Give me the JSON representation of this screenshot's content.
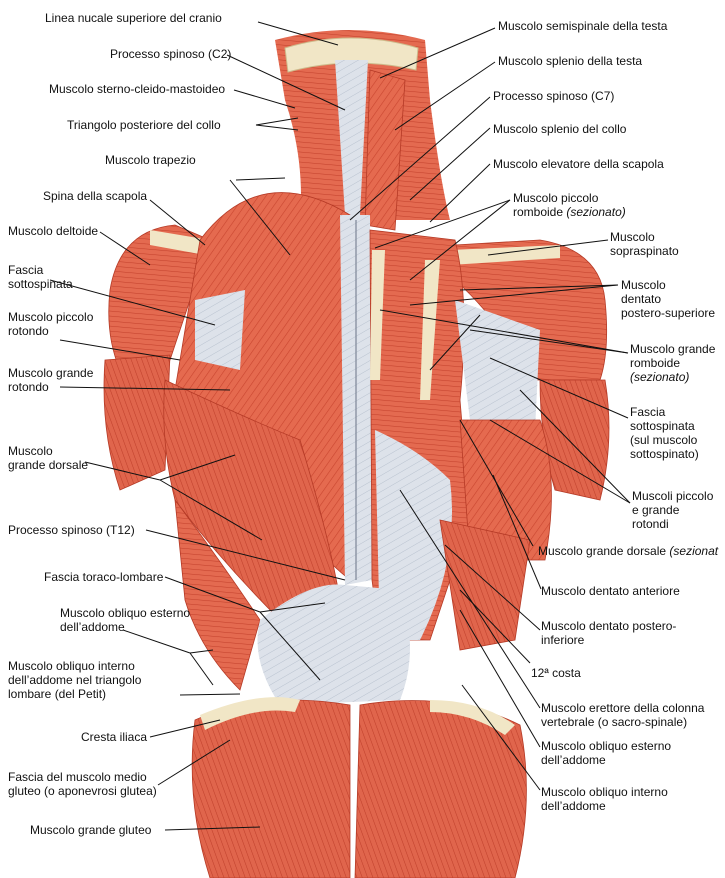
{
  "colors": {
    "muscle": "#e8664d",
    "muscle_dark": "#c8442e",
    "fascia": "#dfe3ea",
    "tendon": "#f1e6c6",
    "leader": "#111111"
  },
  "labels_left": {
    "linea_nucale": "Linea nucale superiore del cranio",
    "processo_c2": "Processo spinoso (C2)",
    "sterno_cleido": "Muscolo sterno-cleido-mastoideo",
    "triangolo_collo": "Triangolo posteriore del collo",
    "trapezio": "Muscolo trapezio",
    "spina_scapola": "Spina della scapola",
    "deltoide": "Muscolo deltoide",
    "fascia_sotto_1": "Fascia",
    "fascia_sotto_2": "sottospinata",
    "piccolo_rotondo_1": "Muscolo piccolo",
    "piccolo_rotondo_2": "rotondo",
    "grande_rotondo_1": "Muscolo grande",
    "grande_rotondo_2": "rotondo",
    "grande_dorsale_1": "Muscolo",
    "grande_dorsale_2": "grande dorsale",
    "processo_t12": "Processo spinoso (T12)",
    "fascia_toraco": "Fascia toraco-lombare",
    "obliquo_esterno_1": "Muscolo obliquo esterno",
    "obliquo_esterno_2": "dell’addome",
    "obliquo_interno_1": "Muscolo obliquo interno",
    "obliquo_interno_2": "dell’addome nel triangolo",
    "obliquo_interno_3": "lombare (del Petit)",
    "cresta_iliaca": "Cresta iliaca",
    "fascia_gluteo_1": "Fascia del muscolo medio",
    "fascia_gluteo_2": "gluteo (o aponevrosi glutea)",
    "grande_gluteo": "Muscolo grande gluteo"
  },
  "labels_right": {
    "semispinale": "Muscolo semispinale della testa",
    "splenio_testa": "Muscolo splenio della testa",
    "processo_c7": "Processo spinoso (C7)",
    "splenio_collo": "Muscolo splenio del collo",
    "elevatore": "Muscolo elevatore della scapola",
    "piccolo_romboide_1": "Muscolo piccolo",
    "piccolo_romboide_2": "romboide",
    "sezionato": "(sezionato)",
    "sopraspinato_1": "Muscolo",
    "sopraspinato_2": "sopraspinato",
    "dentato_ps_1": "Muscolo",
    "dentato_ps_2": "dentato",
    "dentato_ps_3": "postero-superiore",
    "grande_romboide_1": "Muscolo grande",
    "grande_romboide_2": "romboide",
    "fascia_sotto_r1": "Fascia",
    "fascia_sotto_r2": "sottospinata",
    "fascia_sotto_r3": "(sul muscolo",
    "fascia_sotto_r4": "sottospinato)",
    "piccolo_grande_rot_1": "Muscoli piccolo",
    "piccolo_grande_rot_2": "e grande",
    "piccolo_grande_rot_3": "rotondi",
    "grande_dorsale_r": "Muscolo grande dorsale",
    "sezionato_short": "(sezionat",
    "dentato_anteriore": "Muscolo dentato anteriore",
    "dentato_pi_1": "Muscolo dentato postero-",
    "dentato_pi_2": "inferiore",
    "costa": "12ª costa",
    "erettore_1": "Muscolo erettore della colonna",
    "erettore_2": "vertebrale (o sacro-spinale)",
    "obl_est_r1": "Muscolo obliquo esterno",
    "obl_est_r2": "dell’addome",
    "obl_int_r1": "Muscolo obliquo interno",
    "obl_int_r2": "dell’addome"
  }
}
